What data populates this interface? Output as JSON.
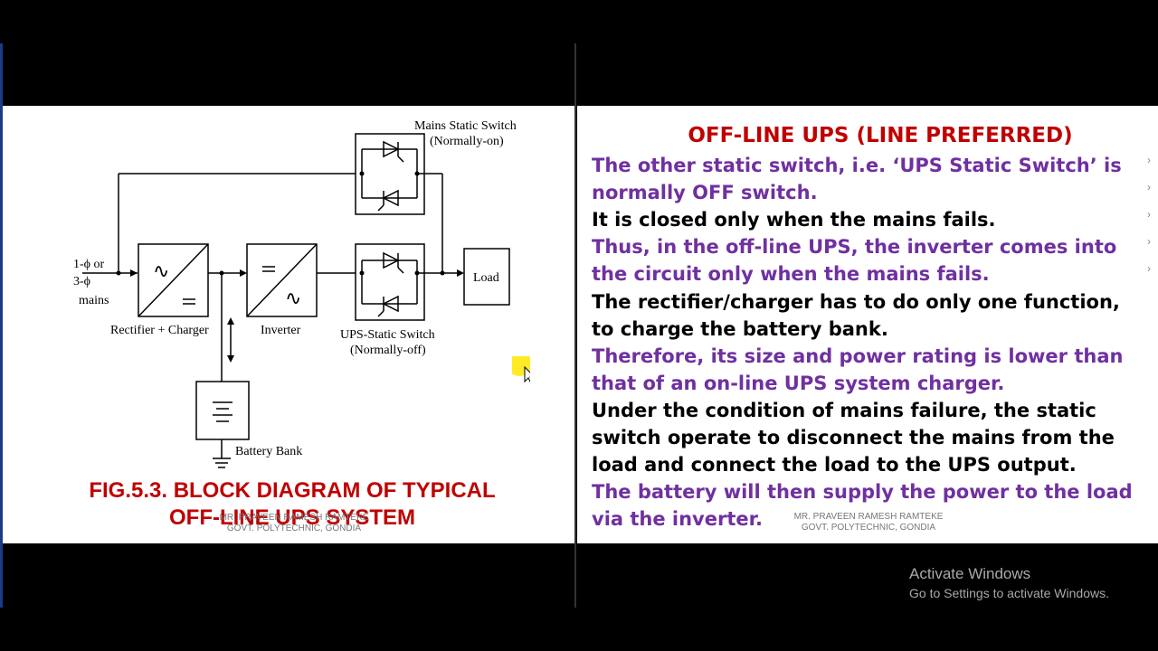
{
  "diagram": {
    "mains_static_switch": "Mains Static Switch",
    "mains_static_switch_state": "(Normally-on)",
    "input_label_1": "1-ϕ or",
    "input_label_2": "3-ϕ",
    "input_label_3": "mains",
    "rectifier_label": "Rectifier + Charger",
    "inverter_label": "Inverter",
    "ups_switch_label": "UPS-Static Switch",
    "ups_switch_state": "(Normally-off)",
    "load_label": "Load",
    "battery_label": "Battery Bank"
  },
  "figure": {
    "caption_line1": "FIG.5.3. BLOCK DIAGRAM OF TYPICAL",
    "caption_line2": "OFF-LINE UPS SYSTEM"
  },
  "watermark": {
    "name": "MR. PRAVEEN RAMESH RAMTEKE",
    "college": "GOVT. POLYTECHNIC, GONDIA"
  },
  "right": {
    "title": "OFF-LINE UPS (LINE PREFERRED)",
    "paragraphs": [
      {
        "line1": "The other static switch, i.e. ‘UPS Static Switch’ is",
        "line2": "normally OFF switch."
      },
      {
        "line1": "It is closed only when the mains fails."
      },
      {
        "line1": "Thus, in the off-line UPS, the inverter comes into",
        "line2": "the circuit only when the mains fails."
      },
      {
        "line1": "The rectifier/charger has to do only one function,",
        "line2": "to charge the battery bank."
      },
      {
        "line1": "Therefore, its size and power rating is lower than",
        "line2": "that of an on-line UPS system charger."
      },
      {
        "line1": "Under the condition of mains failure, the static",
        "line2": "switch operate to disconnect the mains from the",
        "line3": "load and connect the load to the UPS output."
      },
      {
        "line1": "The battery will then supply the power to the load",
        "line2": "via the inverter."
      }
    ]
  },
  "os_overlay": {
    "activate_title": "Activate Windows",
    "activate_sub": "Go to Settings to activate Windows."
  }
}
